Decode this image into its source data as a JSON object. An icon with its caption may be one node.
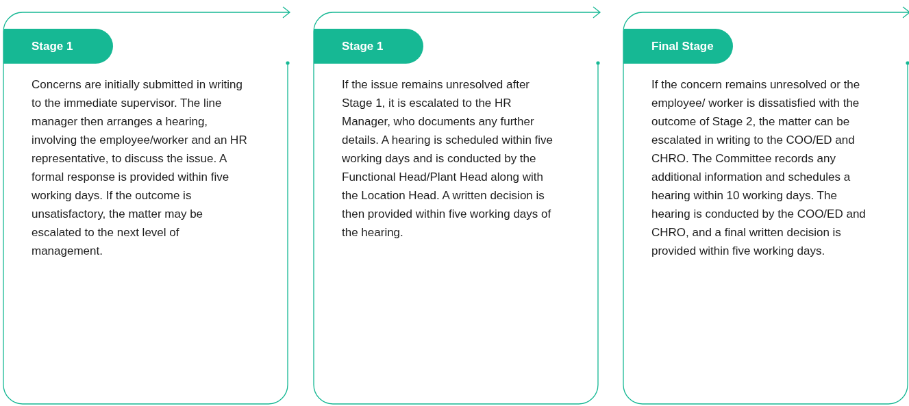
{
  "diagram": {
    "nodes": [
      {
        "text": [
          "Stage 1",
          "Concerns are initially submitted in writing to the immediate supervisor. The line manager then arranges a hearing, involving the employee/worker and an HR representative, to discuss the issue. A formal response is provided within five working days. If the outcome is unsatisfactory, the matter may be escalated to the next level of management."
        ]
      },
      {
        "text": [
          "Stage 1",
          "If the issue remains unresolved after Stage 1, it is escalated to the HR Manager, who documents any further details. A hearing is scheduled within five working days and is conducted by the Functional Head/Plant Head along with the Location Head. A written decision is then provided within five working days of the hearing."
        ]
      },
      {
        "text": [
          "Final Stage",
          "If the concern remains unresolved or the employee/ worker is dissatisfied with the outcome of Stage 2, the matter can be escalated in writing to the COO/ED and CHRO. The Committee records any additional information and schedules a hearing within 10 working days. The hearing is conducted by the COO/ED and CHRO, and a final written decision is provided within five working days."
        ]
      }
    ]
  }
}
